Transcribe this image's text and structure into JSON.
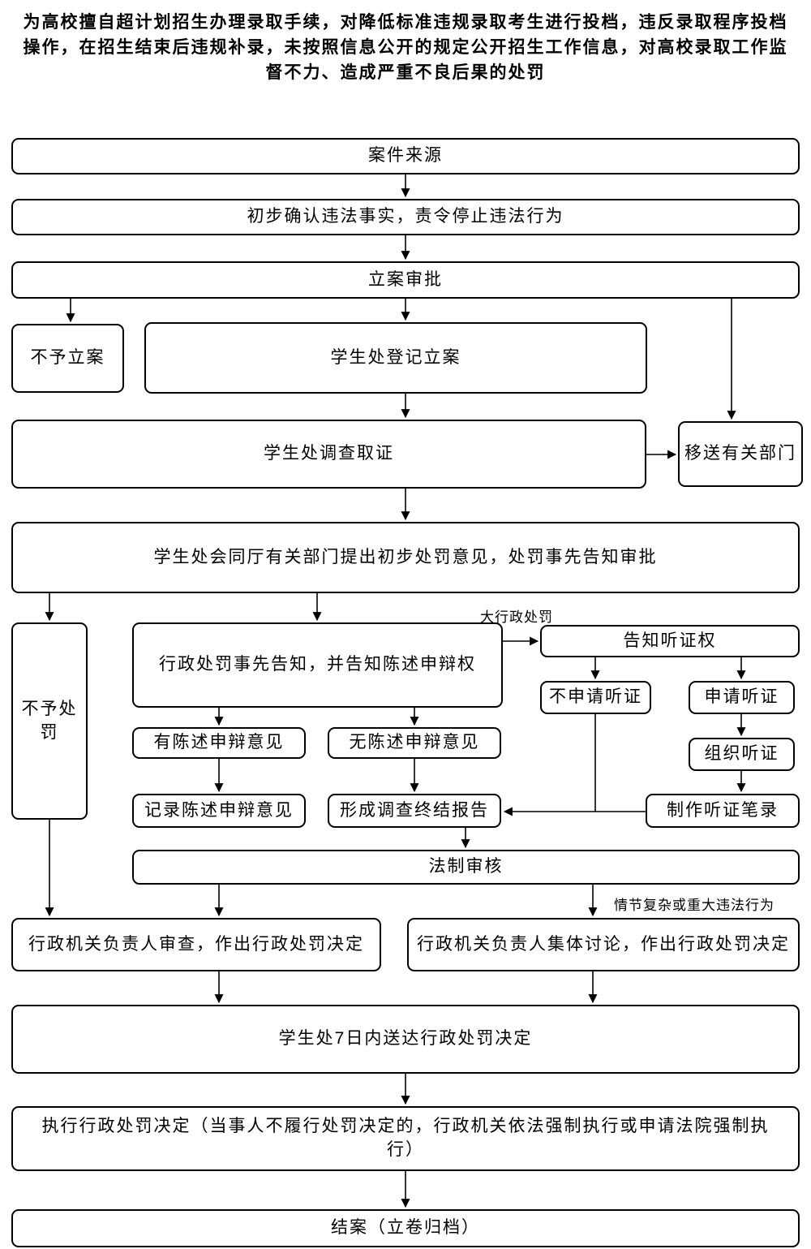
{
  "title": "为高校擅自超计划招生办理录取手续，对降低标准违规录取考生进行投档，违反录取程序投档操作，在招生结束后违规补录，未按照信息公开的规定公开招生工作信息，对高校录取工作监督不力、造成严重不良后果的处罚",
  "nodes": {
    "case_source": "案件来源",
    "initial_confirm": "初步确认违法事实，责令停止违法行为",
    "filing_approval": "立案审批",
    "no_filing": "不予立案",
    "register_filing": "学生处登记立案",
    "investigate": "学生处调查取证",
    "transfer": "移送有关部门",
    "propose_opinion": "学生处会同厅有关部门提出初步处罚意见，处罚事先告知审批",
    "no_punishment": "不予处罚",
    "prior_notice": "行政处罚事先告知，并告知陈述申辩权",
    "notify_hearing_right": "告知听证权",
    "no_hearing_request": "不申请听证",
    "hearing_request": "申请听证",
    "has_statement": "有陈述申辩意见",
    "no_statement": "无陈述申辩意见",
    "organize_hearing": "组织听证",
    "record_statement": "记录陈述申辩意见",
    "final_report": "形成调查终结报告",
    "hearing_minutes": "制作听证笔录",
    "legal_review": "法制审核",
    "leader_review_decision": "行政机关负责人审查，作出行政处罚决定",
    "collective_discussion_decision": "行政机关负责人集体讨论，作出行政处罚决定",
    "deliver_decision": "学生处7日内送达行政处罚决定",
    "execute_decision": "执行行政处罚决定（当事人不履行处罚决定的，行政机关依法强制执行或申请法院强制执行）",
    "close_case": "结案（立卷归档）"
  },
  "edge_labels": {
    "major_punishment": "大行政处罚",
    "complex_case": "情节复杂或重大违法行为"
  },
  "colors": {
    "background": "#ffffff",
    "box_fill": "#ffffff",
    "box_border": "#000000",
    "line": "#000000",
    "text": "#000000"
  }
}
